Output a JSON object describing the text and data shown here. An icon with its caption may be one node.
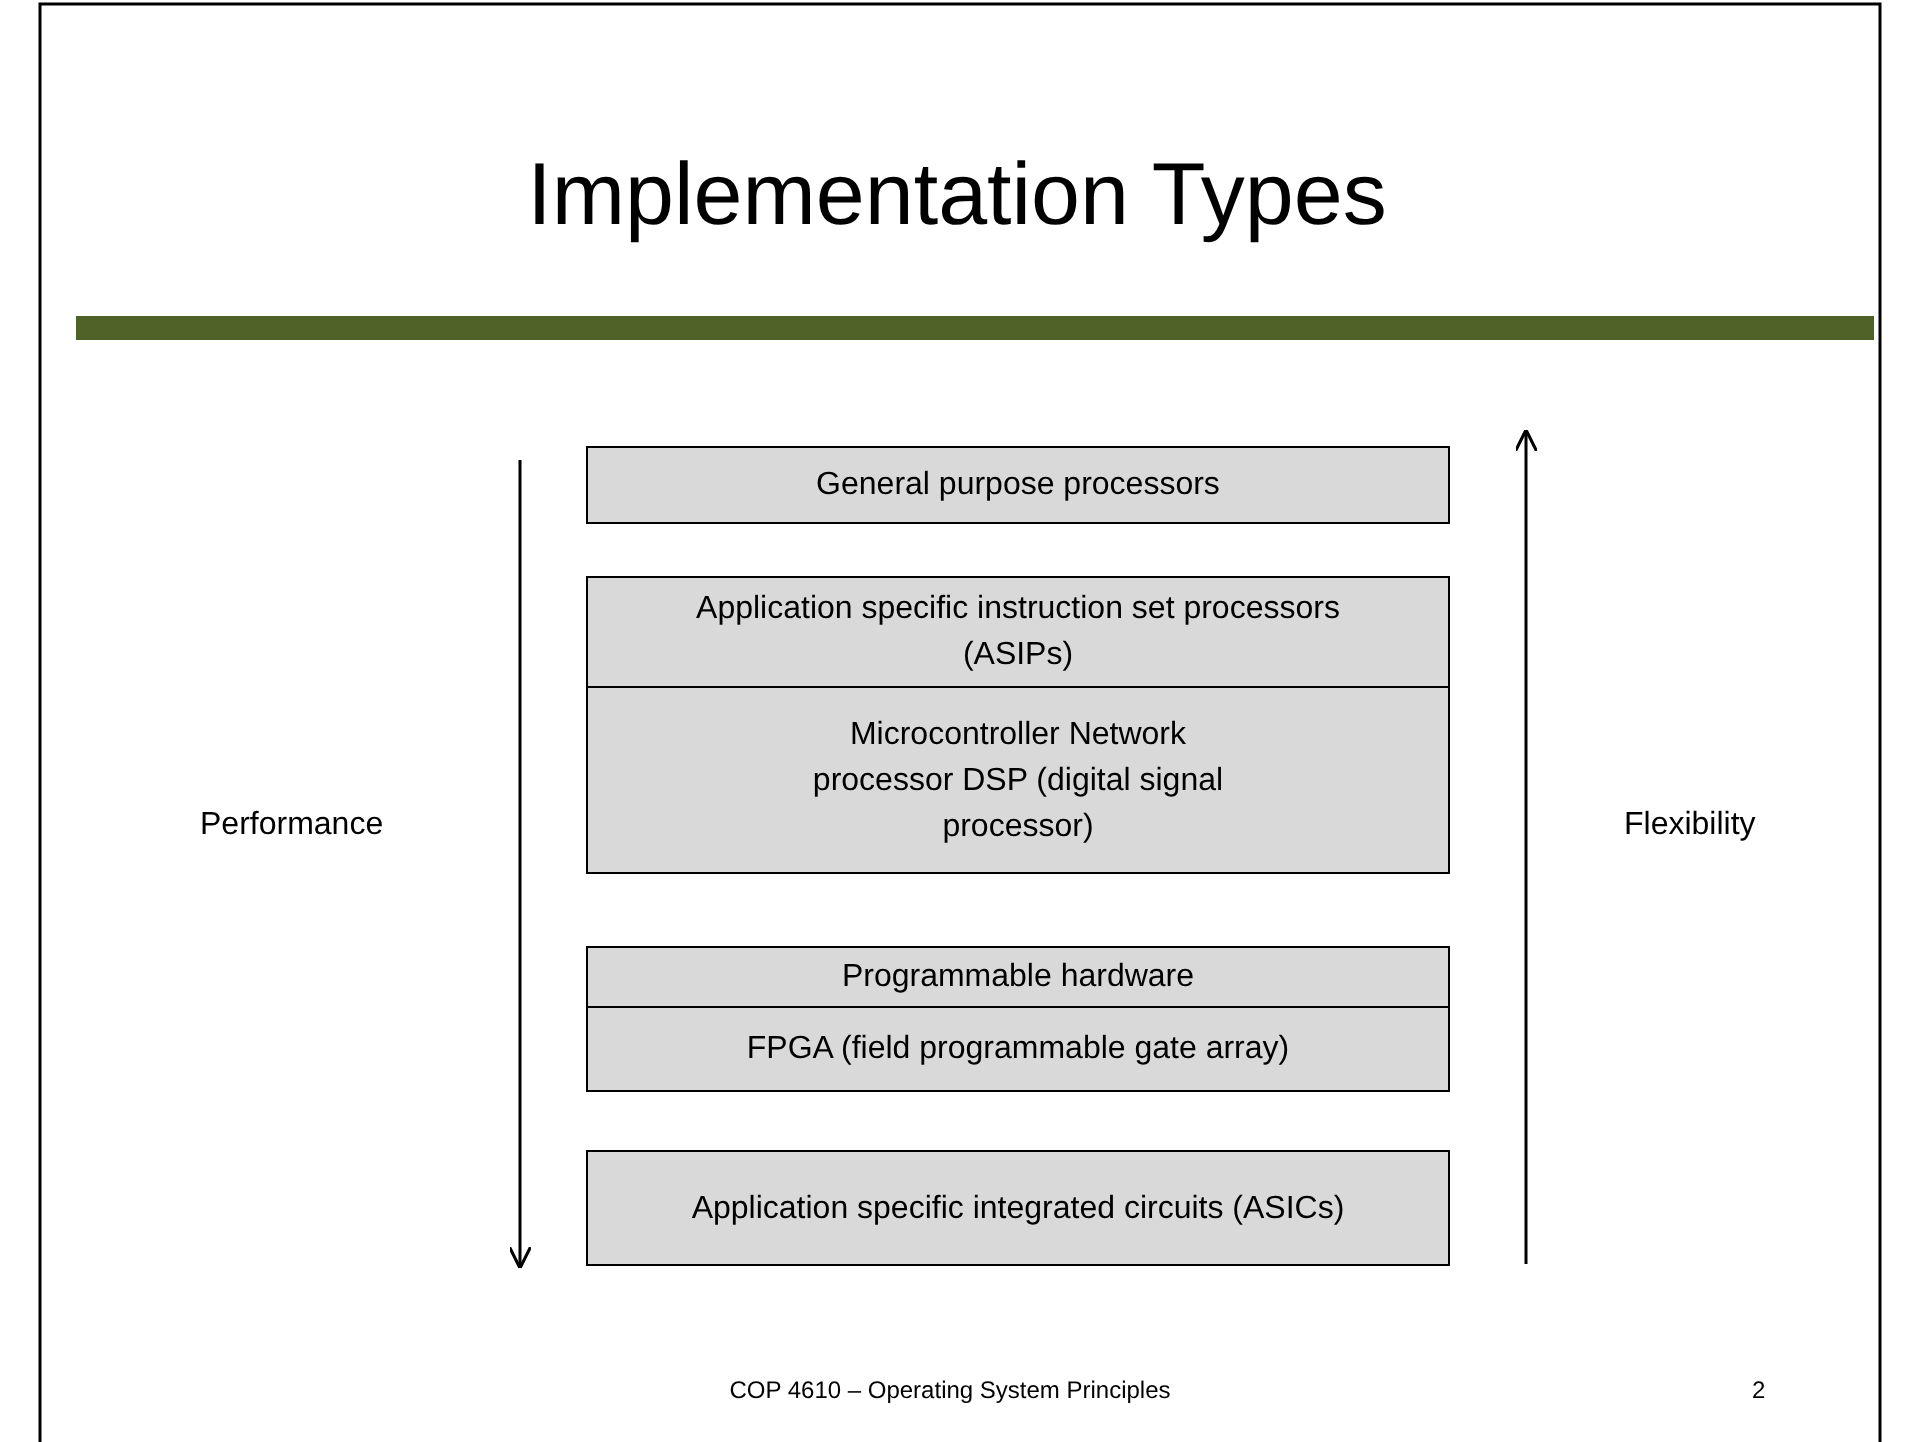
{
  "diagram": {
    "title": "Implementation Types",
    "nodes": [
      {
        "text": [
          "General purpose processors"
        ]
      },
      {
        "text": [
          "Application specific instruction set processors (ASIPs)"
        ]
      },
      {
        "text": [
          "Microcontroller Network processor DSP (digital signal processor)"
        ]
      },
      {
        "text": [
          "Programmable hardware"
        ]
      },
      {
        "text": [
          "FPGA (field programmable gate array)"
        ]
      },
      {
        "text": [
          "Application specific integrated circuits (ASICs)"
        ]
      }
    ],
    "labels": [
      "Performance",
      "Flexibility",
      "COP 4610 – Operating System Principles",
      "2"
    ]
  }
}
